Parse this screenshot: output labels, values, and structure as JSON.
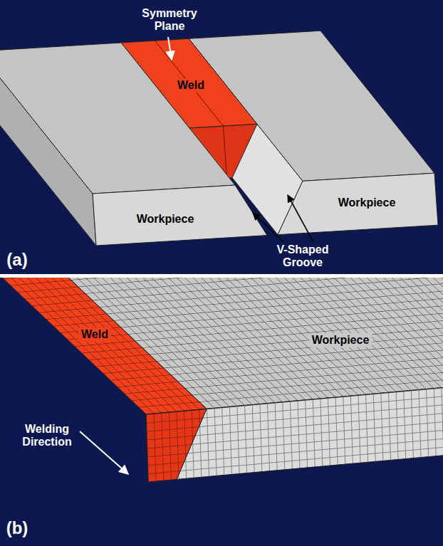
{
  "diagram": {
    "labels": [
      "Symmetry Plane",
      "Weld",
      "Workpiece",
      "Workpiece",
      "V-Shaped Groove",
      "(a)",
      "Weld",
      "Workpiece",
      "Welding Direction",
      "(b)"
    ]
  }
}
